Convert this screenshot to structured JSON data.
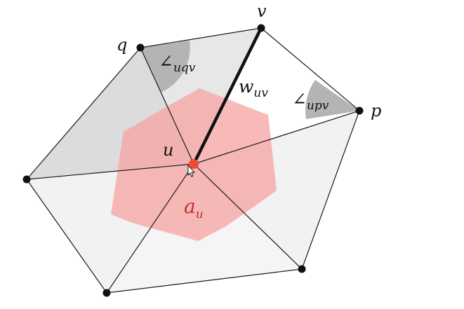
{
  "diagram": {
    "vertices": {
      "q": {
        "label": "q"
      },
      "v": {
        "label": "v"
      },
      "p": {
        "label": "p"
      },
      "u": {
        "label": "u"
      }
    },
    "edge_weight": {
      "symbol": "w",
      "subscript": "uv"
    },
    "area": {
      "symbol": "a",
      "subscript": "u"
    },
    "angles": {
      "uqv": {
        "symbol": "∠",
        "subscript": "uqv"
      },
      "upv": {
        "symbol": "∠",
        "subscript": "upv"
      }
    },
    "colors": {
      "triangle_dark": "#dcdcdc",
      "triangle_light": "#f4f4f4",
      "white_triangle": "#ffffff",
      "voronoi_region": "#f6a7a4",
      "center_point": "#ee4a32",
      "angle_wedge": "#b4b4b4",
      "area_label": "#c0312b"
    }
  }
}
